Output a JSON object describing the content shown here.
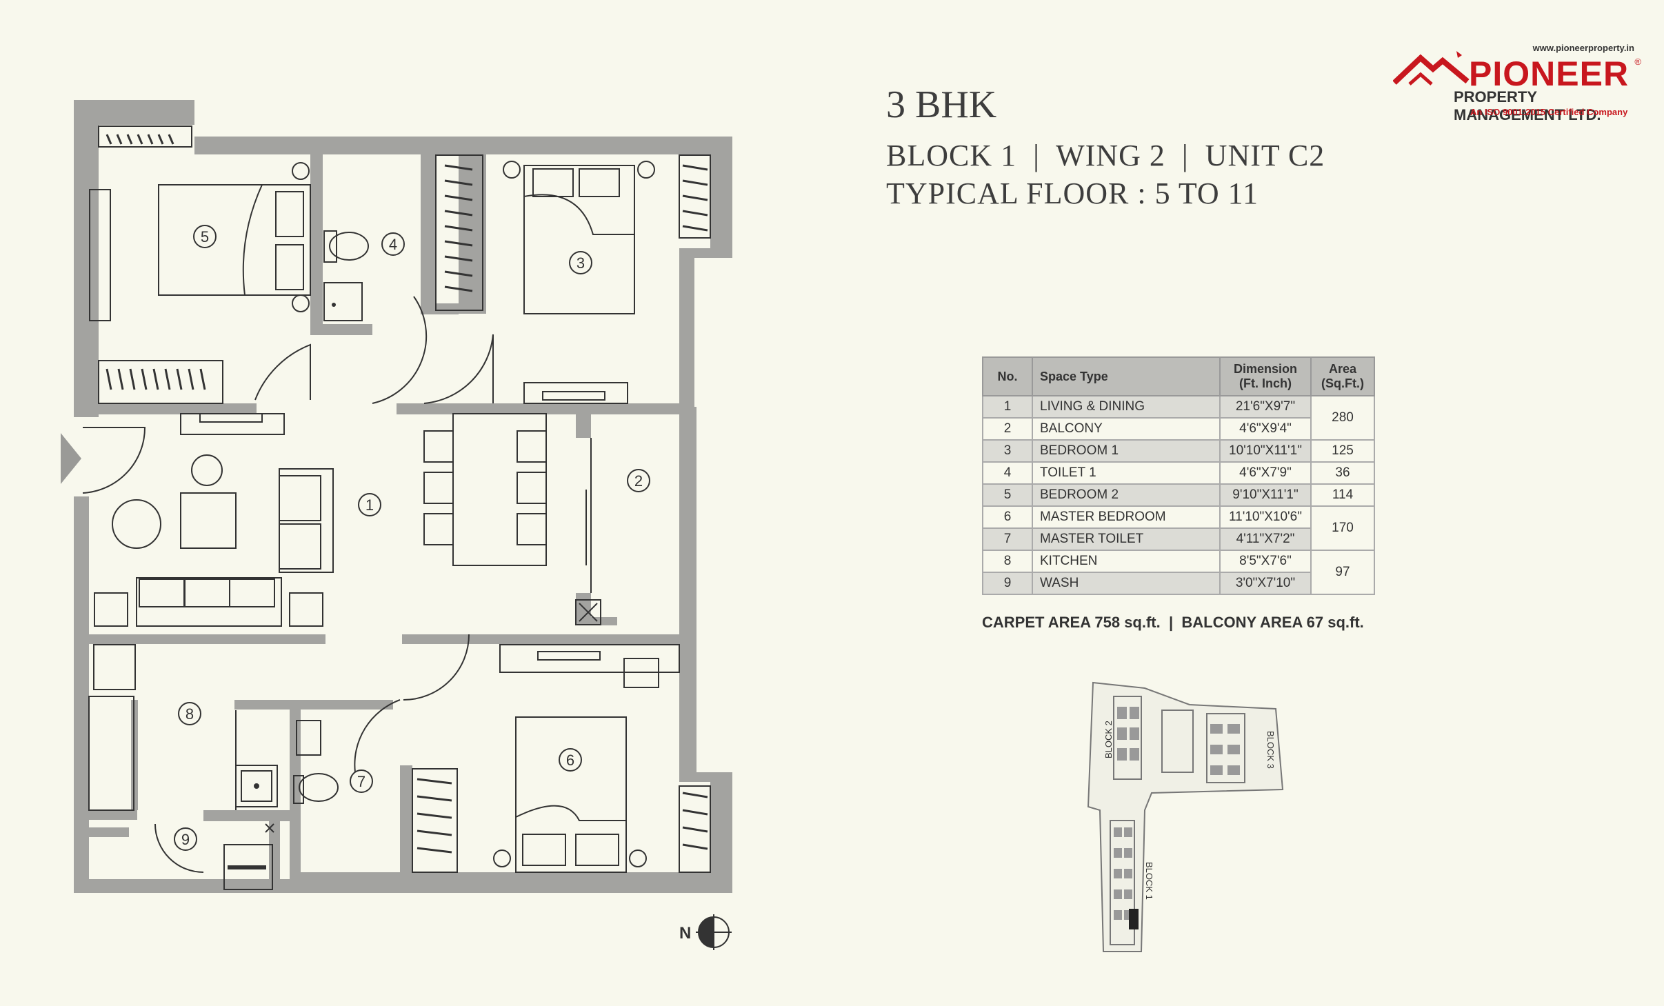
{
  "brand": {
    "url": "www.pioneerproperty.in",
    "name": "PIONEER",
    "registered": "®",
    "subtitle": "PROPERTY MANAGEMENT LTD.",
    "iso": "An ISO 9001:2015 Certified Company",
    "color": "#c8171e"
  },
  "heading": {
    "type": "3 BHK",
    "block_line": "BLOCK 1  |  WING 2  |  UNIT C2",
    "floor_line": "TYPICAL FLOOR : 5 TO 11"
  },
  "table": {
    "headers": [
      "No.",
      "Space Type",
      "Dimension (Ft. Inch)",
      "Area (Sq.Ft.)"
    ],
    "rows": [
      {
        "no": "1",
        "space": "LIVING & DINING",
        "dim": "21'6\"X9'7\""
      },
      {
        "no": "2",
        "space": "BALCONY",
        "dim": "4'6\"X9'4\""
      },
      {
        "no": "3",
        "space": "BEDROOM 1",
        "dim": "10'10\"X11'1\""
      },
      {
        "no": "4",
        "space": "TOILET 1",
        "dim": "4'6\"X7'9\""
      },
      {
        "no": "5",
        "space": "BEDROOM 2",
        "dim": "9'10\"X11'1\""
      },
      {
        "no": "6",
        "space": "MASTER BEDROOM",
        "dim": "11'10\"X10'6\""
      },
      {
        "no": "7",
        "space": "MASTER TOILET",
        "dim": "4'11\"X7'2\""
      },
      {
        "no": "8",
        "space": "KITCHEN",
        "dim": "8'5\"X7'6\""
      },
      {
        "no": "9",
        "space": "WASH",
        "dim": "3'0\"X7'10\""
      }
    ],
    "areas": [
      "280",
      "125",
      "36",
      "114",
      "170",
      "97"
    ]
  },
  "summary": "CARPET AREA 758 sq.ft.  |  BALCONY AREA 67 sq.ft.",
  "plan": {
    "room_labels": [
      "1",
      "2",
      "3",
      "4",
      "5",
      "6",
      "7",
      "8",
      "9"
    ],
    "north_label": "N",
    "wall_color": "#a3a3a0"
  },
  "keyplan": {
    "labels": [
      "BLOCK 2",
      "BLOCK 3",
      "BLOCK 1"
    ]
  }
}
